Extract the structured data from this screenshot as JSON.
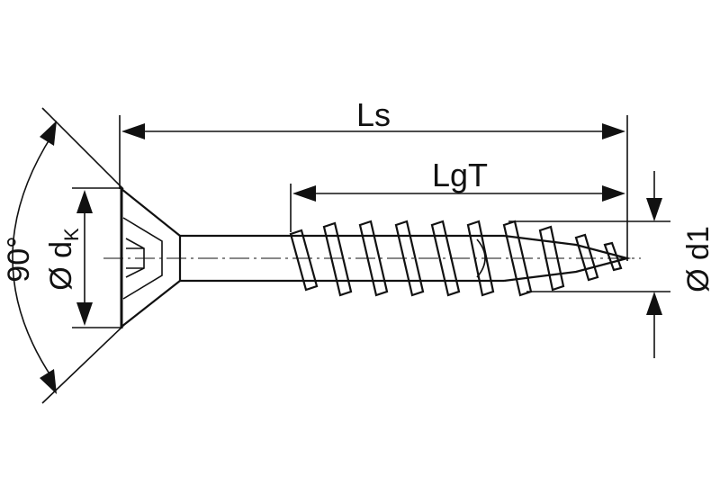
{
  "labels": {
    "overall_length": "Ls",
    "thread_length": "LgT",
    "angle": "90°",
    "head_diameter_symbol": "Ø d",
    "head_diameter_sub": "K",
    "thread_diameter": "Ø d1"
  }
}
